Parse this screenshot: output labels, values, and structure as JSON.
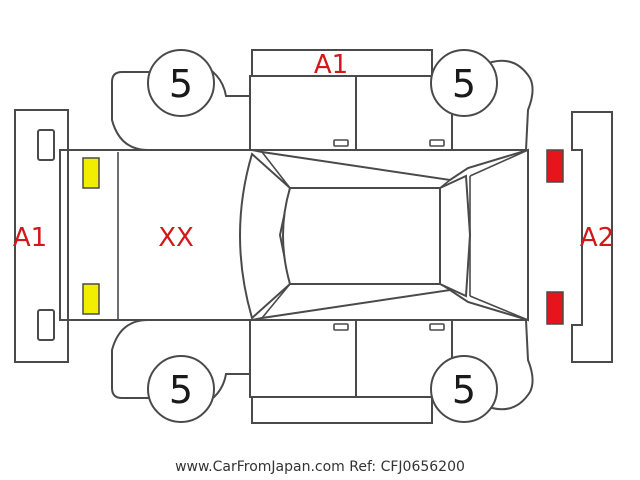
{
  "labels": {
    "roof": "A1",
    "front_bumper": "A1",
    "rear_bumper": "A2",
    "hood": "XX"
  },
  "tires": {
    "front_left": "5",
    "rear_left": "5",
    "front_right": "5",
    "rear_right": "5"
  },
  "colors": {
    "label_red": "#d0191b",
    "headlight_yellow": "#f2ee00",
    "taillight_red": "#e8141c",
    "outline": "#4a4a4a"
  },
  "footer": {
    "credit": "www.CarFromJapan.com Ref: CFJ0656200"
  }
}
